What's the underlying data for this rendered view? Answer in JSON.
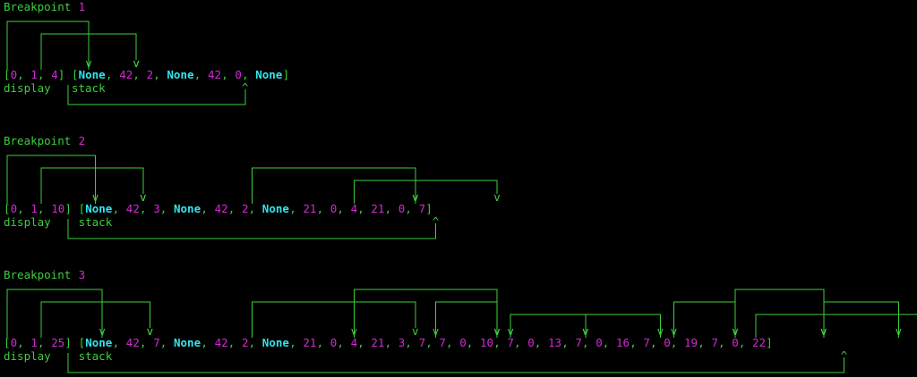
{
  "colors": {
    "background": "#000000",
    "green": "#3ccf3c",
    "magenta": "#d22ad2",
    "cyan": "#2ee6ee"
  },
  "labels": {
    "display": "display",
    "stack": "stack"
  },
  "breakpoints": [
    {
      "title_prefix": "Breakpoint ",
      "number": "1",
      "display": [
        "0",
        "1",
        "4"
      ],
      "stack": [
        null,
        "42",
        "2",
        null,
        "42",
        "0",
        null
      ]
    },
    {
      "title_prefix": "Breakpoint ",
      "number": "2",
      "display": [
        "0",
        "1",
        "10"
      ],
      "stack": [
        null,
        "42",
        "3",
        null,
        "42",
        "2",
        null,
        "21",
        "0",
        "4",
        "21",
        "0",
        "7"
      ]
    },
    {
      "title_prefix": "Breakpoint ",
      "number": "3",
      "display": [
        "0",
        "1",
        "25"
      ],
      "stack": [
        null,
        "42",
        "7",
        null,
        "42",
        "2",
        null,
        "21",
        "0",
        "4",
        "21",
        "3",
        "7",
        "7",
        "0",
        "10",
        "7",
        "0",
        "13",
        "7",
        "0",
        "16",
        "7",
        "0",
        "19",
        "7",
        "0",
        "22"
      ]
    }
  ],
  "none_label": "None",
  "marker_down": "v",
  "marker_up": "^"
}
